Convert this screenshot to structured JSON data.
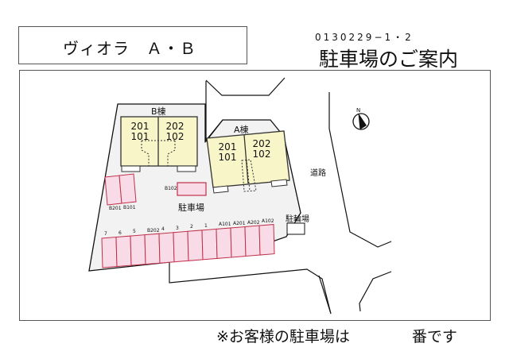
{
  "header": {
    "property_name": "ヴィオラ　Ａ・Ｂ",
    "code": "0130229−1・2",
    "title": "駐車場のご案内"
  },
  "map": {
    "building_b": {
      "label": "B棟",
      "units": [
        {
          "upper": "201",
          "lower": "101"
        },
        {
          "upper": "202",
          "lower": "102"
        }
      ]
    },
    "building_a": {
      "label": "A棟",
      "units": [
        {
          "upper": "201",
          "lower": "101"
        },
        {
          "upper": "202",
          "lower": "102"
        }
      ]
    },
    "parking_label": "駐車場",
    "bicycle_parking_label": "駐輪場",
    "road_label": "道路",
    "compass_label": "N",
    "side_spaces": [
      "B201",
      "B101"
    ],
    "single_space": "B102",
    "row_spaces": [
      "7",
      "6",
      "5",
      "B202",
      "4",
      "3",
      "2",
      "1",
      "A101",
      "A201",
      "A202",
      "A102"
    ],
    "colors": {
      "building_fill": "#f8f5c8",
      "parking_fill": "#f9dbe8",
      "parking_border": "#c0304a",
      "lot_fill": "#f2f2f2"
    }
  },
  "footer": {
    "text_before": "※お客様の駐車場は",
    "text_after": "番です"
  }
}
